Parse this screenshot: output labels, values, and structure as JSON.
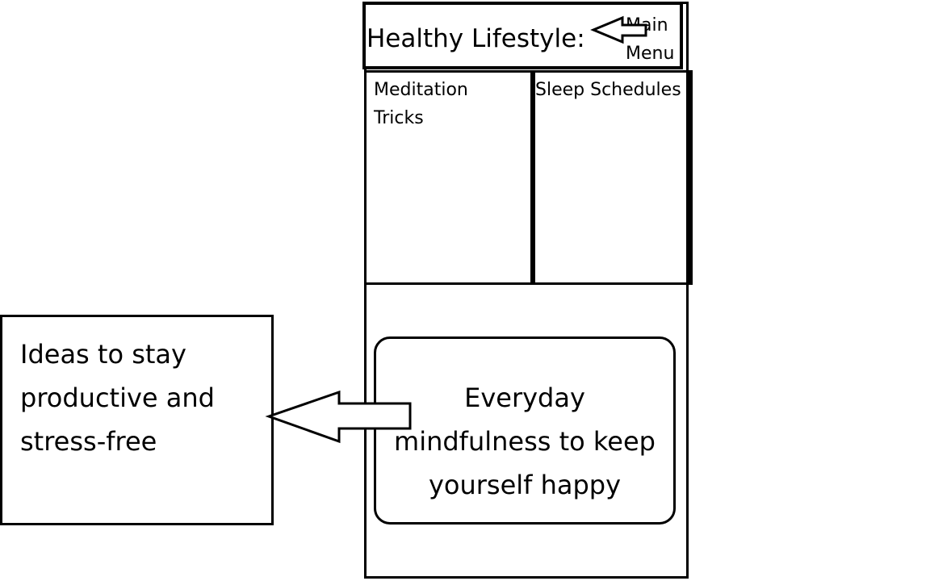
{
  "header": {
    "title": "Healthy Lifestyle:",
    "main_menu_line1": "Main",
    "main_menu_line2": "Menu",
    "back_icon": "left-arrow-icon"
  },
  "cards": {
    "meditation_line1": "Meditation",
    "meditation_line2": "Tricks",
    "sleep": "Sleep Schedules"
  },
  "mindfulness": {
    "line1": "Everyday",
    "line2": "mindfulness to keep",
    "line3": "yourself happy"
  },
  "annotation": {
    "line1": "Ideas to stay",
    "line2": "productive and",
    "line3": "stress-free",
    "arrow_icon": "left-arrow-icon"
  },
  "colors": {
    "stroke": "#000000",
    "background": "#ffffff"
  }
}
